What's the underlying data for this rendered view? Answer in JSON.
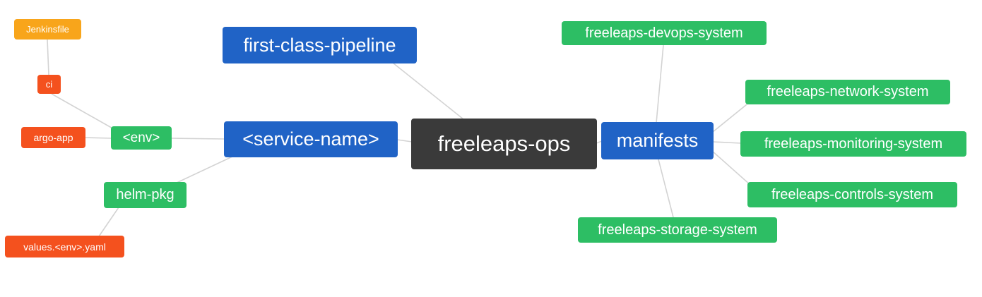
{
  "diagram": {
    "type": "mindmap",
    "edge_color": "#d3d3d3",
    "background": "#ffffff",
    "text_color": "#ffffff"
  },
  "colors": {
    "blue": "#2063c6",
    "green": "#2dbe64",
    "red": "#f4511e",
    "orange": "#f8a51b",
    "dark": "#3a3a3a"
  },
  "nodes": {
    "jenkinsfile": {
      "label": "Jenkinsfile",
      "color": "#f8a51b"
    },
    "ci": {
      "label": "ci",
      "color": "#f4511e"
    },
    "argo_app": {
      "label": "argo-app",
      "color": "#f4511e"
    },
    "env": {
      "label": "<env>",
      "color": "#2dbe64"
    },
    "helm_pkg": {
      "label": "helm-pkg",
      "color": "#2dbe64"
    },
    "values_env_yaml": {
      "label": "values.<env>.yaml",
      "color": "#f4511e"
    },
    "first_class_pipeline": {
      "label": "first-class-pipeline",
      "color": "#2063c6"
    },
    "service_name": {
      "label": "<service-name>",
      "color": "#2063c6"
    },
    "freeleaps_ops": {
      "label": "freeleaps-ops",
      "color": "#3a3a3a"
    },
    "manifests": {
      "label": "manifests",
      "color": "#2063c6"
    },
    "devops_system": {
      "label": "freeleaps-devops-system",
      "color": "#2dbe64"
    },
    "network_system": {
      "label": "freeleaps-network-system",
      "color": "#2dbe64"
    },
    "monitoring_system": {
      "label": "freeleaps-monitoring-system",
      "color": "#2dbe64"
    },
    "controls_system": {
      "label": "freeleaps-controls-system",
      "color": "#2dbe64"
    },
    "storage_system": {
      "label": "freeleaps-storage-system",
      "color": "#2dbe64"
    }
  },
  "edges": [
    {
      "from": "jenkinsfile",
      "to": "ci"
    },
    {
      "from": "ci",
      "to": "env"
    },
    {
      "from": "argo_app",
      "to": "env"
    },
    {
      "from": "env",
      "to": "service_name"
    },
    {
      "from": "helm_pkg",
      "to": "service_name"
    },
    {
      "from": "values_env_yaml",
      "to": "helm_pkg"
    },
    {
      "from": "first_class_pipeline",
      "to": "freeleaps_ops"
    },
    {
      "from": "service_name",
      "to": "freeleaps_ops"
    },
    {
      "from": "freeleaps_ops",
      "to": "manifests"
    },
    {
      "from": "manifests",
      "to": "devops_system"
    },
    {
      "from": "manifests",
      "to": "network_system"
    },
    {
      "from": "manifests",
      "to": "monitoring_system"
    },
    {
      "from": "manifests",
      "to": "controls_system"
    },
    {
      "from": "manifests",
      "to": "storage_system"
    }
  ]
}
